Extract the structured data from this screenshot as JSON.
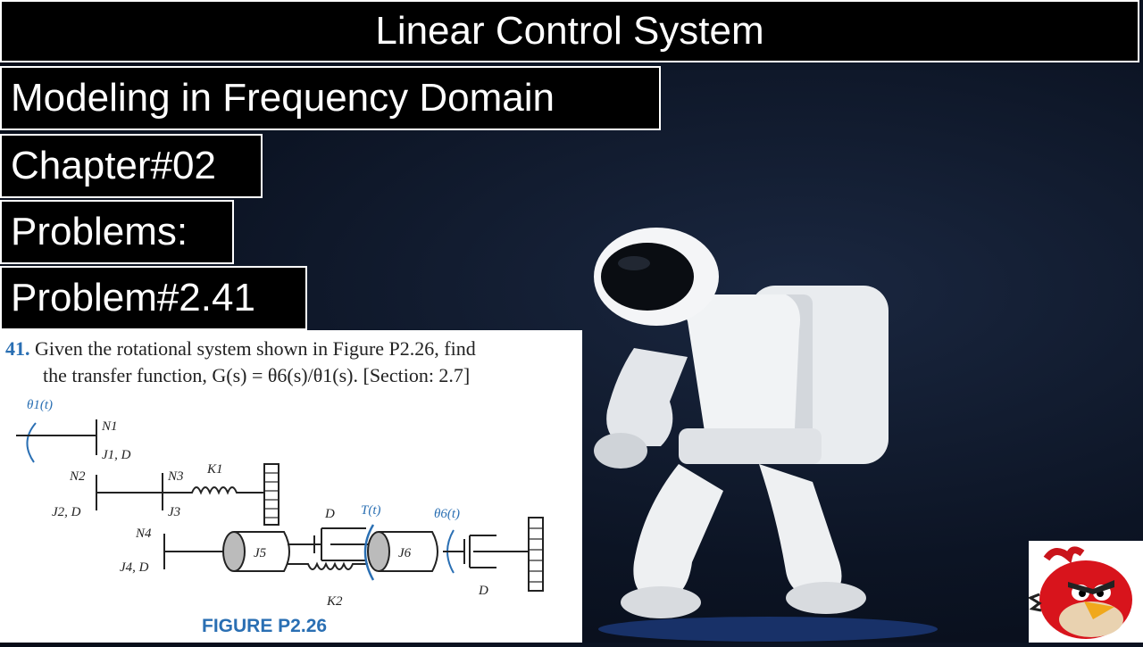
{
  "header": {
    "title": "Linear Control System"
  },
  "labels": [
    "Modeling in Frequency Domain",
    "Chapter#02",
    "Problems:",
    "Problem#2.41"
  ],
  "problem": {
    "number": "41.",
    "line1": "Given the rotational system shown in Figure P2.26, find",
    "line2": "the transfer function, G(s) = θ6(s)/θ1(s). [Section: 2.7]",
    "figure_caption": "FIGURE P2.26",
    "diagram_labels": {
      "theta1": "θ1(t)",
      "n1": "N1",
      "j1d": "J1, D",
      "n2": "N2",
      "j2d": "J2, D",
      "n3": "N3",
      "j3": "J3",
      "k1": "K1",
      "n4": "N4",
      "j4d": "J4, D",
      "j5": "J5",
      "d1": "D",
      "k2": "K2",
      "tt": "T(t)",
      "j6": "J6",
      "theta6": "θ6(t)",
      "d2": "D"
    }
  },
  "colors": {
    "accent": "#2a6fb3",
    "background": "#0c1424"
  }
}
